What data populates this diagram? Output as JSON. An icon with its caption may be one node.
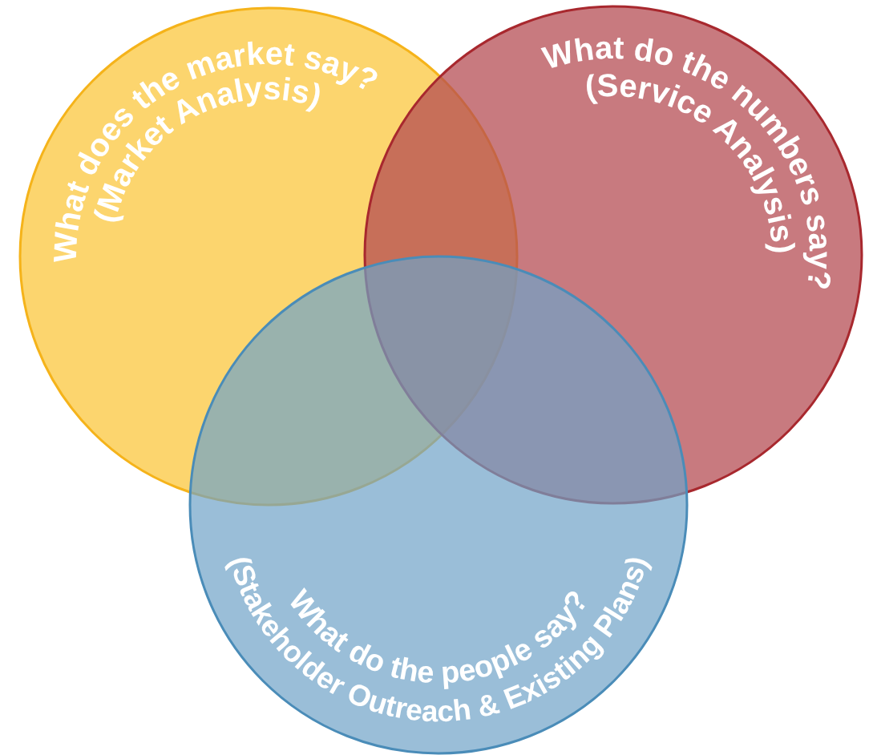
{
  "diagram": {
    "nodes": [
      {
        "text": [
          "What does the market say?",
          "(Market Analysis)"
        ]
      },
      {
        "text": [
          "What do the numbers say?",
          "(Service Analysis)"
        ]
      },
      {
        "text": [
          "What do the people say?",
          "(Stakeholder Outreach & Existing Plans)"
        ]
      }
    ]
  }
}
